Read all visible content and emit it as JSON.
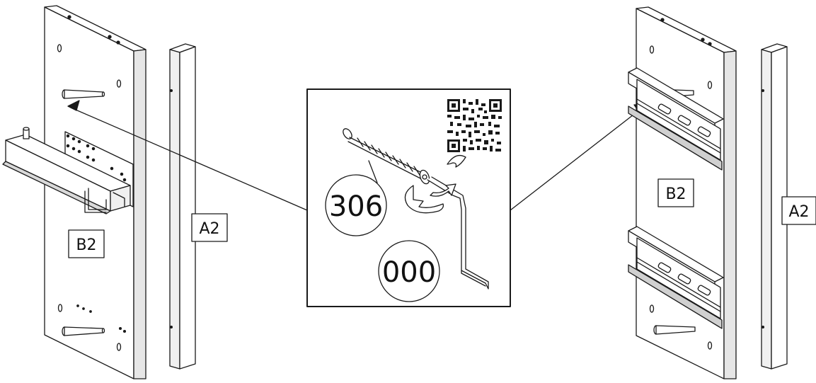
{
  "left_assembly": {
    "panel_label": "B2",
    "side_label": "A2"
  },
  "detail": {
    "screw_part_number": "306",
    "tool_part_number": "000"
  },
  "right_assembly": {
    "panel_label": "B2",
    "side_label": "A2"
  },
  "colors": {
    "line": "#1a1a1a",
    "fill": "#ffffff",
    "shade": "#d9d9d9"
  }
}
